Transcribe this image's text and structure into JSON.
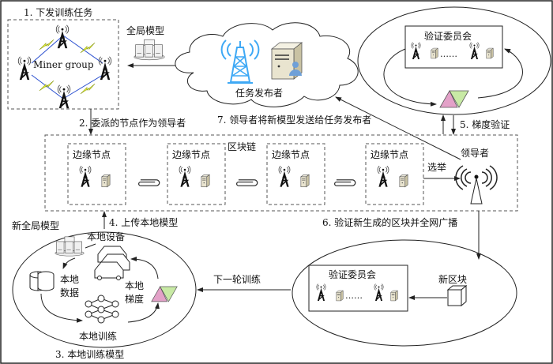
{
  "colors": {
    "tower": "#111111",
    "tower_blue": "#3fa9f5",
    "bolt_fill": "#e8f23a",
    "bolt_stroke": "#2a4fd0",
    "gradient_pink": "#e3a1c8",
    "gradient_green": "#c8eaa5",
    "server_body": "#e9e4cf",
    "user_badge": "#6fa0d8"
  },
  "steps": {
    "s1": "1. 下发训练任务",
    "s2": "2. 委派的节点作为领导者",
    "s3": "3. 本地训练模型",
    "s4": "4. 上传本地模型",
    "s5": "5. 梯度验证",
    "s6": "6. 验证新生成的区块并全网广播",
    "s7": "7. 领导者将新模型发送给任务发布者"
  },
  "miner_group": {
    "label": "Miner group"
  },
  "global_model": {
    "label": "全局模型"
  },
  "task_publisher": {
    "label": "任务发布者"
  },
  "top_committee": {
    "label": "验证委员会",
    "ellipsis": "……"
  },
  "blockchain": {
    "label": "区块链",
    "edge_nodes": [
      {
        "label": "边缘节点"
      },
      {
        "label": "边缘节点"
      },
      {
        "label": "边缘节点"
      },
      {
        "label": "边缘节点"
      }
    ],
    "election_label": "选举",
    "leader_label": "领导者"
  },
  "local_training": {
    "new_global_model": "新全局模型",
    "local_device": "本地设备",
    "local_data_1": "本地",
    "local_data_2": "数据",
    "local_gradient_1": "本地",
    "local_gradient_2": "梯度",
    "local_train": "本地训练"
  },
  "next_round": {
    "label": "下一轮训练"
  },
  "bottom_committee": {
    "label": "验证委员会",
    "ellipsis": "……"
  },
  "new_block": {
    "label": "新区块"
  }
}
